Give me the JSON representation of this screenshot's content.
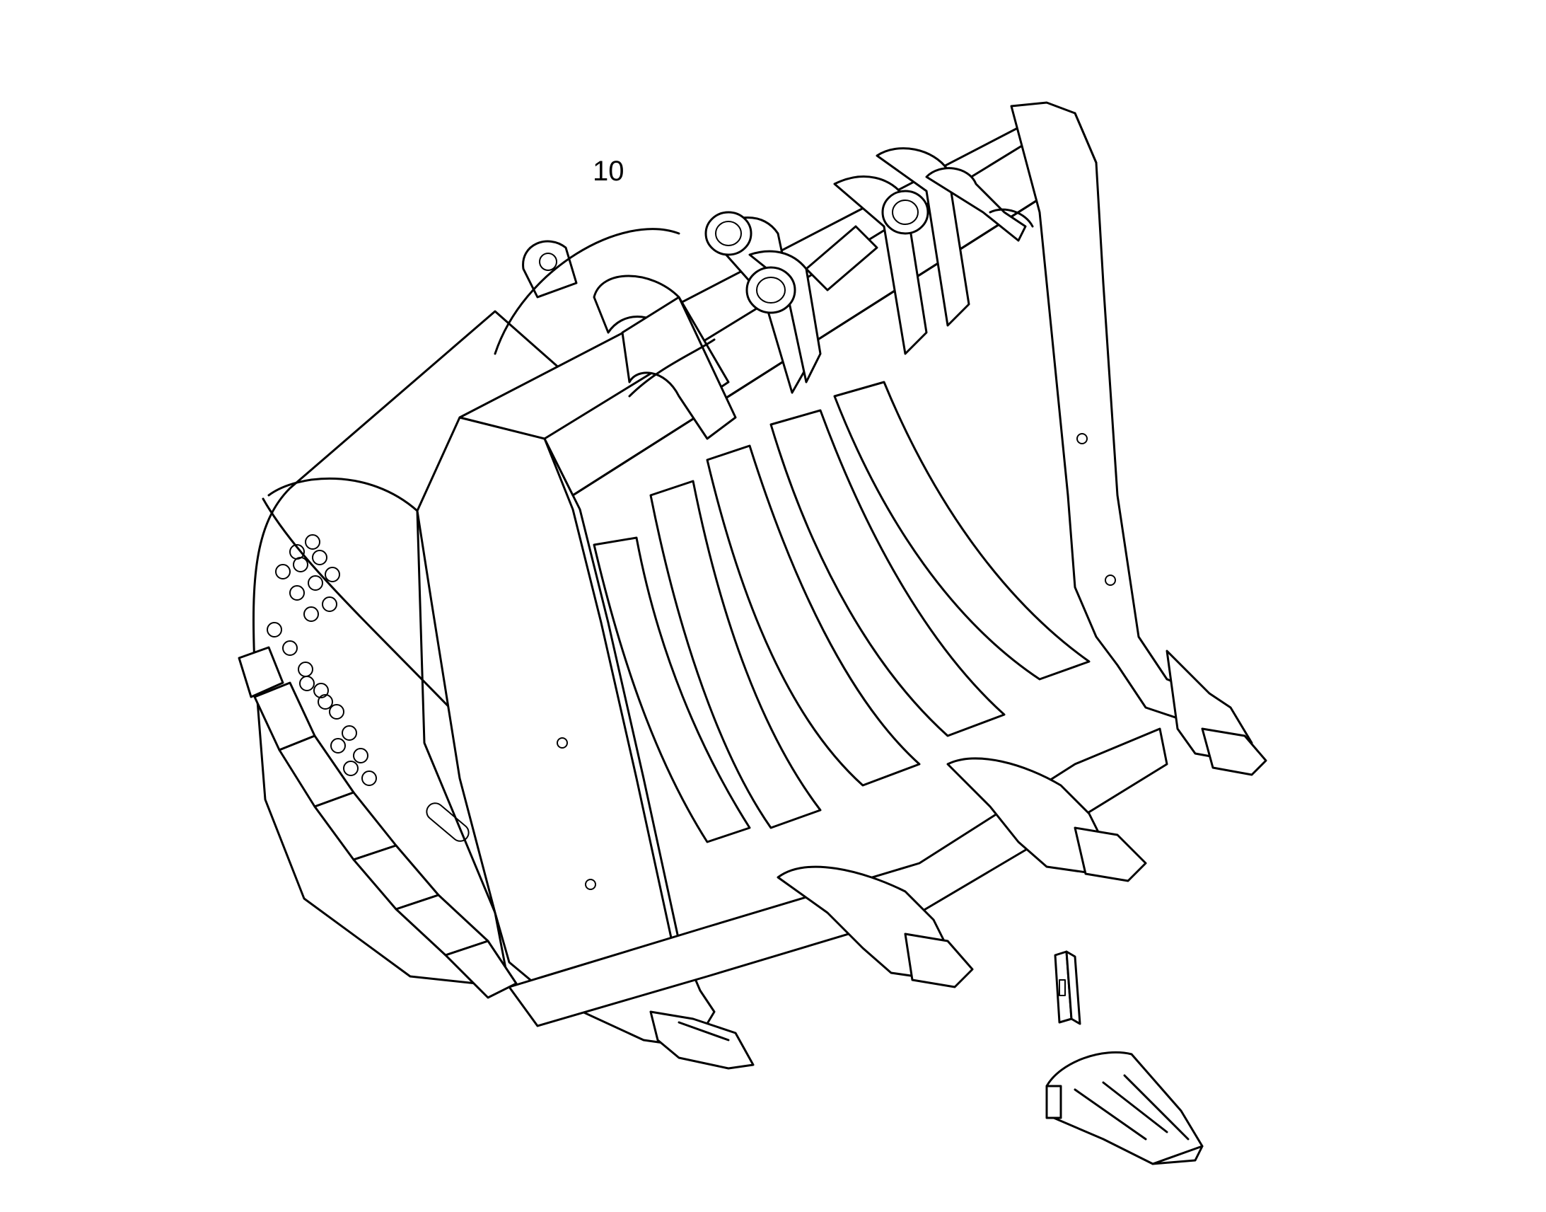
{
  "diagram": {
    "callouts": [
      {
        "label": "10"
      }
    ],
    "parts": [
      "bucket-body",
      "tooth-adapter",
      "tooth-tip",
      "retainer-pin"
    ]
  }
}
